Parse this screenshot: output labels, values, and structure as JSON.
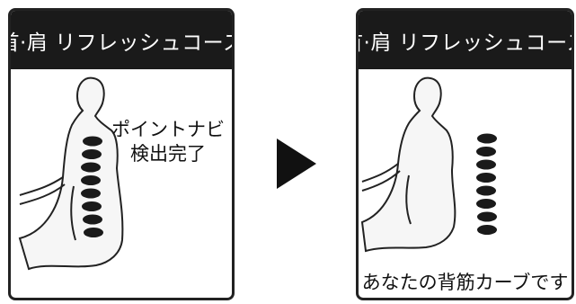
{
  "screens": {
    "left": {
      "header_title": "首·肩 リフレッシュコース",
      "status_line1": "ポイントナビ",
      "status_line2": "検出完了",
      "marker_count": 8
    },
    "right": {
      "header_title": "首·肩 リフレッシュコース",
      "caption": "あなたの背筋カーブです",
      "marker_count": 8
    }
  },
  "icons": {
    "transition": "play-arrow-icon",
    "figure": "seated-person-back-icon"
  },
  "colors": {
    "header_bg": "#1a1a1a",
    "header_text": "#ffffff",
    "marker": "#1a1a1a",
    "outline": "#222222"
  }
}
